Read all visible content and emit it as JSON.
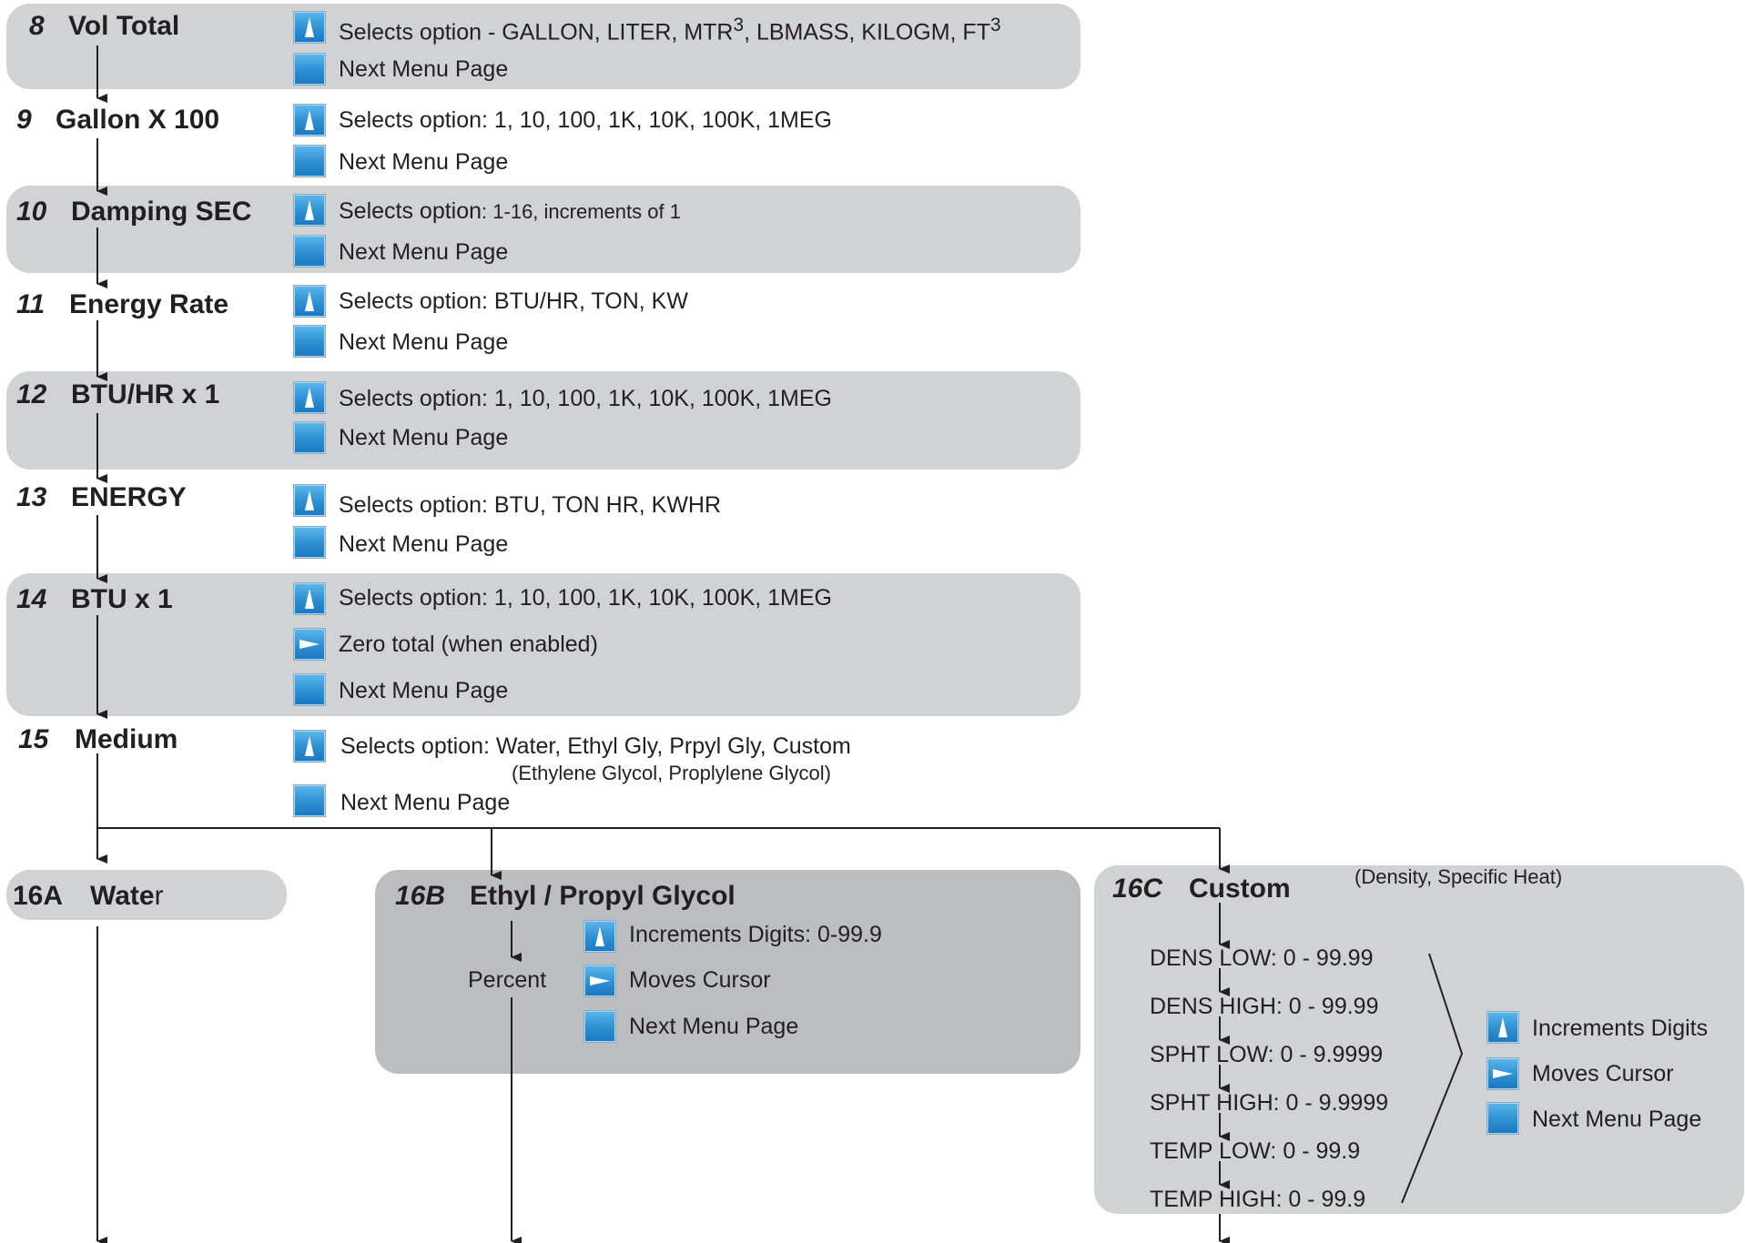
{
  "colors": {
    "band": "#d1d2d4",
    "band_dark": "#bcbdc0",
    "icon_blue": "#2d8fd2",
    "line": "#231f20"
  },
  "icons": {
    "up": "up-arrow-icon",
    "right": "right-arrow-icon",
    "next": "next-page-icon"
  },
  "steps": [
    {
      "num": "8",
      "title": "Vol Total",
      "option_prefix": "Selects option - GALLON, LITER, MTR",
      "sup1": "3",
      "option_mid": ", LBMASS, KILOGM, FT",
      "sup2": "3",
      "next": "Next Menu Page"
    },
    {
      "num": "9",
      "title": "Gallon X 100",
      "option": "Selects option: 1, 10, 100, 1K, 10K, 100K, 1MEG",
      "next": "Next Menu Page"
    },
    {
      "num": "10",
      "title": "Damping SEC",
      "option_prefix": "Selects option",
      "option_small": ": 1-16, increments of 1",
      "next": "Next Menu Page"
    },
    {
      "num": "11",
      "title": "Energy Rate",
      "option": "Selects option: BTU/HR, TON, KW",
      "next": "Next Menu Page"
    },
    {
      "num": "12",
      "title": "BTU/HR x 1",
      "option": "Selects option: 1, 10, 100, 1K, 10K, 100K, 1MEG",
      "next": "Next Menu Page"
    },
    {
      "num": "13",
      "title": "ENERGY",
      "option": "Selects option: BTU, TON HR, KWHR",
      "next": "Next Menu Page"
    },
    {
      "num": "14",
      "title": "BTU x 1",
      "option": "Selects option: 1, 10, 100, 1K, 10K, 100K, 1MEG",
      "zero": "Zero total (when enabled)",
      "next": "Next Menu Page"
    },
    {
      "num": "15",
      "title": "Medium",
      "option": "Selects option: Water, Ethyl Gly, Prpyl Gly, Custom",
      "note": "(Ethylene Glycol, Proplylene Glycol)",
      "next": "Next Menu Page"
    }
  ],
  "branch_a": {
    "num": "16A",
    "title_main": "Wate",
    "title_tail": "r"
  },
  "branch_b": {
    "num": "16B",
    "title": "Ethyl / Propyl Glycol",
    "sub": "Percent",
    "opt1": "Increments Digits: 0-99.9",
    "opt2": "Moves Cursor",
    "opt3": "Next Menu Page"
  },
  "branch_c": {
    "num": "16C",
    "title": "Custom",
    "note": "(Density, Specific Heat)",
    "items": [
      "DENS LOW: 0 - 99.99",
      "DENS HIGH: 0 - 99.99",
      "SPHT LOW: 0 - 9.9999",
      "SPHT HIGH: 0 - 9.9999",
      "TEMP LOW: 0 - 99.9",
      "TEMP HIGH: 0 - 99.9"
    ],
    "opt1": "Increments Digits",
    "opt2": "Moves Cursor",
    "opt3": "Next Menu Page"
  }
}
